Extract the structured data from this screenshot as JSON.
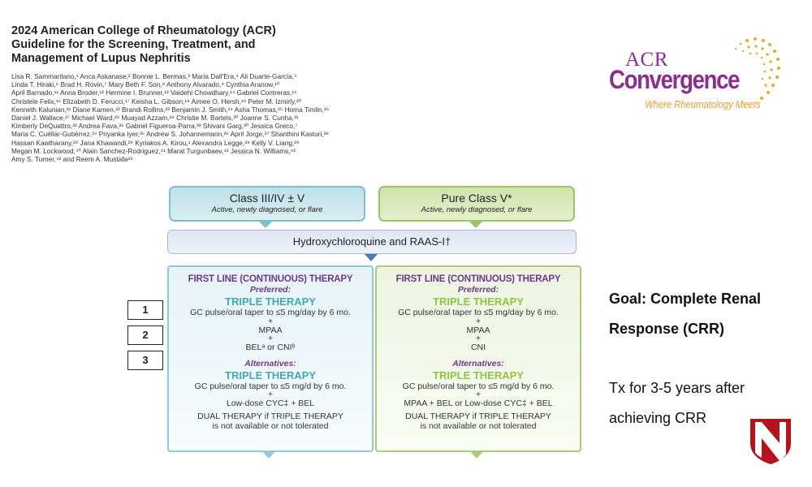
{
  "paper": {
    "title_lines": [
      "2024 American College of Rheumatology (ACR)",
      "Guideline for the Screening, Treatment, and",
      "Management of Lupus Nephritis"
    ],
    "author_lines": [
      "Lisa R. Sammaritano,¹ Anca Askanase,² Bonnie L. Bermas,³ Maria Dall'Era,⁴ Ali Duarte-García,⁵",
      "Linda T. Hiraki,⁶ Brad H. Rovin,⁷ Mary Beth F. Son,⁸ Anthony Alvarado,⁹ Cynthia Aranow,¹⁰",
      "April Barnado,¹¹ Anna Broder,¹² Hermine I. Brunner,¹³ Vaidehi Chowdhary,¹⁴ Gabriel Contreras,¹⁵",
      "Christele Felix,¹⁶ Elizabeth D. Ferucci,¹⁷ Keisha L. Gibson,¹⁸ Aimee O. Hersh,¹⁹ Peter M. Izmirly,²⁰",
      "Kenneth Kalunian,²¹ Diane Kamen,²² Brandi Rollins,²³ Benjamin J. Smith,²⁴ Asha Thomas,²⁵ Homa Timlin,²⁶",
      "Daniel J. Wallace,²⁷ Michael Ward,²⁸ Muayad Azzam,²⁹ Christie M. Bartels,³⁰ Joanne S. Cunha,³¹",
      "Kimberly DeQuattro,³² Andrea Fava,²⁶ Gabriel Figueroa-Parra,³³ Shivani Garg,³⁰ Jessica Greco,⁷",
      "Maria C. Cuéllar-Gutiérrez,³⁴ Priyanka Iyer,³⁵ Andrew S. Johannemann,³⁶ April Jorge,³⁷ Shanthini Kasturi,³⁸",
      "Hassan Kawtharany,²⁹ Jana Khawandi,²⁹ Kyriakos A. Kirou,¹ Alexandra Legge,³⁹ Kelly V. Liang,²⁹",
      "Megan M. Lockwood,⁴⁰ Alain Sanchez-Rodriguez,⁴¹ Marat Turgunbaev,⁴² Jessica N. Williams,⁴³",
      "Amy S. Turner,⁴² and Reem A. Mustafa²⁹"
    ]
  },
  "logo": {
    "acr": "ACR",
    "convergence": "Convergence",
    "tagline": "Where Rheumatology Meets"
  },
  "flow": {
    "left_class": {
      "title": "Class III/IV ± V",
      "subtitle": "Active, newly diagnosed, or flare"
    },
    "right_class": {
      "title": "Pure Class V*",
      "subtitle": "Active, newly diagnosed, or flare"
    },
    "hcq": "Hydroxychloroquine and RAAS-I†",
    "left_therapy": {
      "heading": "FIRST LINE (CONTINUOUS) THERAPY",
      "preferred": "Preferred:",
      "pref_title": "TRIPLE THERAPY",
      "pref_line1": "GC pulse/oral taper to ≤5 mg/day by 6 mo.",
      "pref_line2": "MPAA",
      "pref_line3": "BELᵃ or CNIᵇ",
      "alternatives": "Alternatives:",
      "alt_title": "TRIPLE THERAPY",
      "alt_line1": "GC pulse/oral taper to ≤5 mg/d by 6 mo.",
      "alt_line2": "Low-dose CYC‡ + BEL",
      "dual1": "DUAL THERAPY if TRIPLE THERAPY",
      "dual2": "is not available or not tolerated"
    },
    "right_therapy": {
      "heading": "FIRST LINE (CONTINUOUS) THERAPY",
      "preferred": "Preferred:",
      "pref_title": "TRIPLE THERAPY",
      "pref_line1": "GC pulse/oral taper to ≤5 mg/day by 6 mo.",
      "pref_line2": "MPAA",
      "pref_line3": "CNI",
      "alternatives": "Alternatives:",
      "alt_title": "TRIPLE THERAPY",
      "alt_line1": "GC pulse/oral taper to ≤5 mg/d by 6 mo.",
      "alt_line2": "MPAA + BEL  or  Low-dose CYC‡ + BEL",
      "dual1": "DUAL THERAPY if TRIPLE THERAPY",
      "dual2": "is not available or not tolerated"
    },
    "plus": "+"
  },
  "numbers": [
    "1",
    "2",
    "3"
  ],
  "notes": {
    "goal1": "Goal: Complete Renal",
    "goal2": "Response (CRR)",
    "tx1": "Tx for 3-5 years after",
    "tx2": "achieving CRR"
  },
  "colors": {
    "teal": "#3fa9b8",
    "green": "#8dc63f",
    "purple": "#6b3a8f",
    "unmc_red": "#b5121b"
  }
}
